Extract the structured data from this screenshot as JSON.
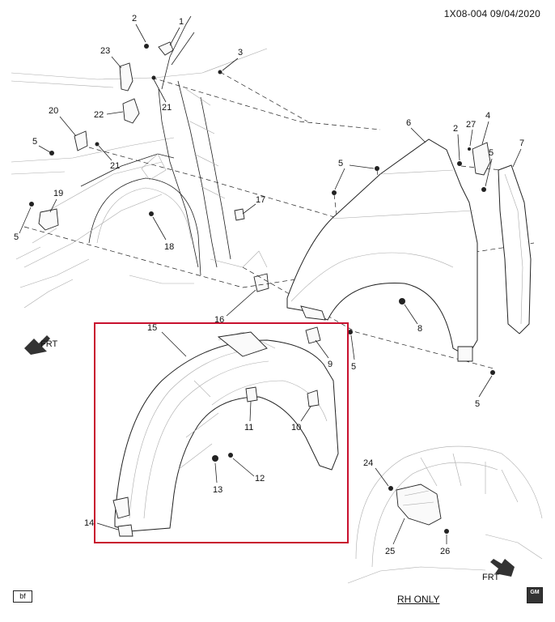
{
  "header": {
    "code": "1X08-004 09/04/2020"
  },
  "footer": {
    "badge": "bf",
    "note": "RH ONLY",
    "logo_text": "GM"
  },
  "direction": {
    "front_left": "FRT",
    "front_right": "FRT"
  },
  "callouts": [
    "1",
    "2",
    "3",
    "4",
    "5",
    "6",
    "7",
    "8",
    "9",
    "10",
    "11",
    "12",
    "13",
    "14",
    "15",
    "16",
    "17",
    "18",
    "19",
    "20",
    "21",
    "22",
    "23",
    "24",
    "25",
    "26",
    "27"
  ],
  "labels": {
    "c1": "1",
    "c2a": "2",
    "c2b": "2",
    "c3": "3",
    "c4": "4",
    "c5a": "5",
    "c5b": "5",
    "c5c": "5",
    "c5d": "5",
    "c5e": "5",
    "c5f": "5",
    "c6": "6",
    "c7": "7",
    "c8": "8",
    "c9": "9",
    "c10": "10",
    "c11": "11",
    "c12": "12",
    "c13": "13",
    "c14": "14",
    "c15": "15",
    "c16": "16",
    "c17": "17",
    "c18": "18",
    "c19": "19",
    "c20": "20",
    "c21a": "21",
    "c21b": "21",
    "c22": "22",
    "c23": "23",
    "c24": "24",
    "c25": "25",
    "c26": "26",
    "c27": "27"
  },
  "highlight_color": "#c8102e"
}
